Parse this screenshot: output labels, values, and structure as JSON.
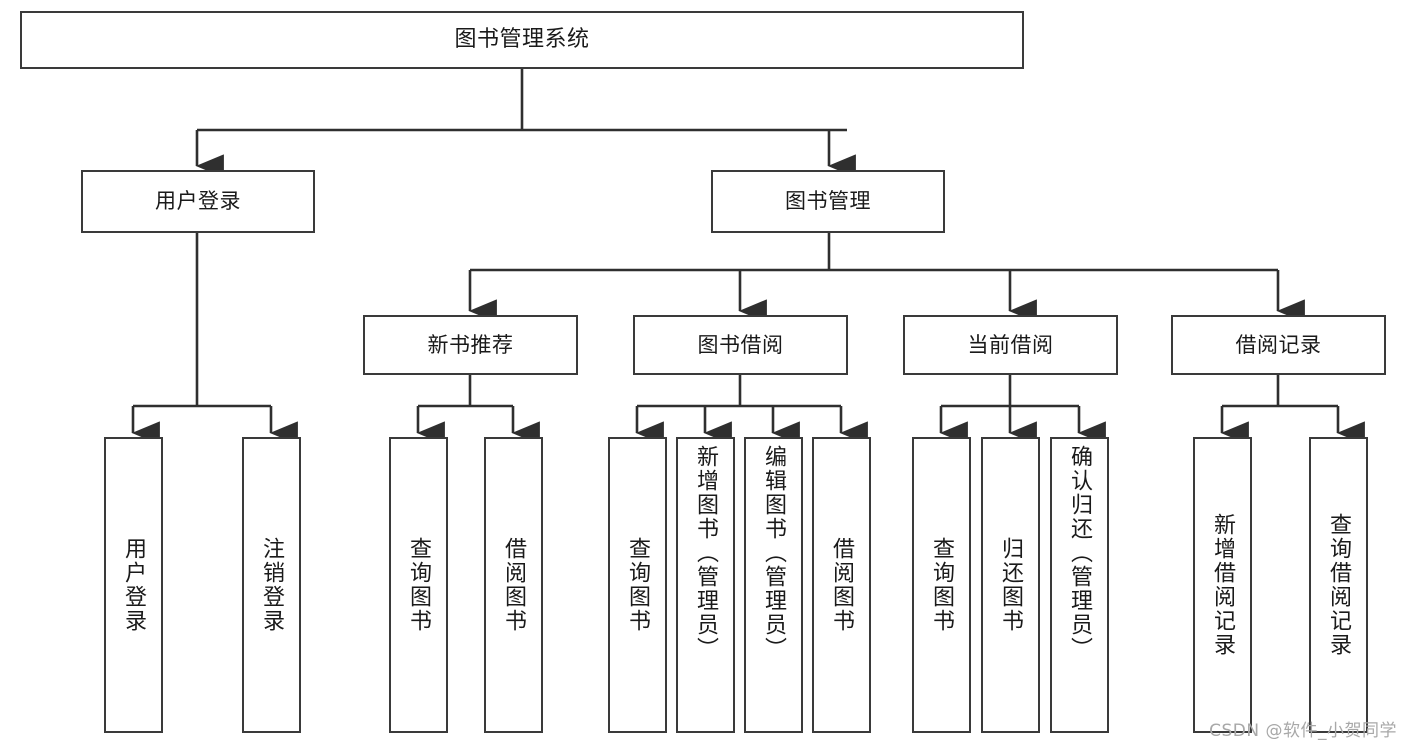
{
  "diagram": {
    "type": "tree-hierarchy-chart",
    "title_node": {
      "id": "root",
      "label": "图书管理系统"
    },
    "level2": [
      {
        "id": "user-login",
        "label": "用户登录"
      },
      {
        "id": "book-management",
        "label": "图书管理"
      }
    ],
    "level3": [
      {
        "id": "new-book-recommend",
        "label": "新书推荐",
        "parent": "book-management"
      },
      {
        "id": "book-borrow",
        "label": "图书借阅",
        "parent": "book-management"
      },
      {
        "id": "current-borrow",
        "label": "当前借阅",
        "parent": "book-management"
      },
      {
        "id": "borrow-record",
        "label": "借阅记录",
        "parent": "book-management"
      }
    ],
    "leaves": {
      "user_login": [
        {
          "id": "leaf-user-login",
          "label": "用户登录"
        },
        {
          "id": "leaf-logout-login",
          "label": "注销登录"
        }
      ],
      "new_book_recommend": [
        {
          "id": "leaf-query-book-1",
          "label": "查询图书"
        },
        {
          "id": "leaf-borrow-book-1",
          "label": "借阅图书"
        }
      ],
      "book_borrow": [
        {
          "id": "leaf-query-book-2",
          "label": "查询图书"
        },
        {
          "id": "leaf-add-book",
          "label": "新增图书（管理员）"
        },
        {
          "id": "leaf-edit-book",
          "label": "编辑图书（管理员）"
        },
        {
          "id": "leaf-borrow-book-2",
          "label": "借阅图书"
        }
      ],
      "current_borrow": [
        {
          "id": "leaf-query-book-3",
          "label": "查询图书"
        },
        {
          "id": "leaf-return-book",
          "label": "归还图书"
        },
        {
          "id": "leaf-confirm-return",
          "label": "确认归还（管理员）"
        }
      ],
      "borrow_record": [
        {
          "id": "leaf-add-record",
          "label": "新增借阅记录"
        },
        {
          "id": "leaf-query-record",
          "label": "查询借阅记录"
        }
      ]
    },
    "colors": {
      "border": "#3a3a3a",
      "background": "#ffffff",
      "text": "#1a1a1a",
      "edge": "#2f2f2f",
      "watermark": "#a8a8a8"
    }
  },
  "watermark": {
    "text": "CSDN @软件_小贺同学"
  }
}
